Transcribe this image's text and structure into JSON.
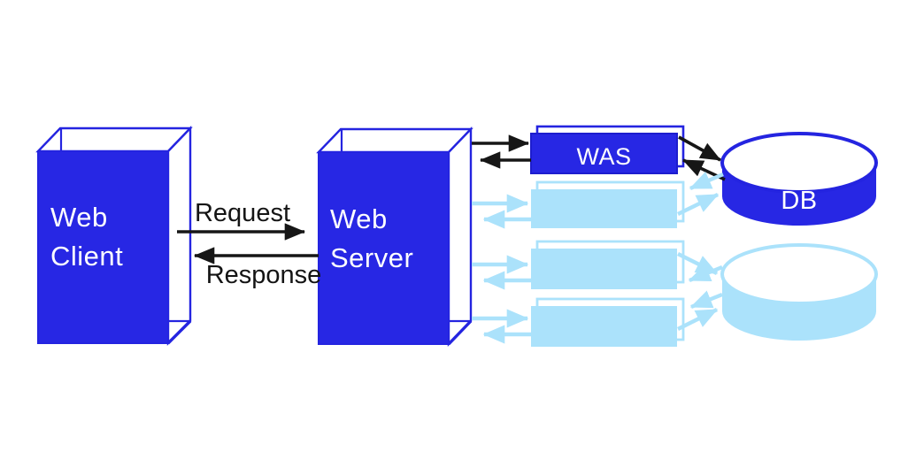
{
  "diagram": {
    "nodes": {
      "web_client": {
        "label": "Web\nClient"
      },
      "web_server": {
        "label": "Web\nServer"
      },
      "was": {
        "label": "WAS"
      },
      "was_replica_rows": {
        "count": 3
      },
      "db": {
        "label": "DB"
      },
      "db_replica_cylinders": {
        "count": 1
      }
    },
    "edges": {
      "request": {
        "label": "Request"
      },
      "response": {
        "label": "Response"
      }
    },
    "colors": {
      "primary_blue": "#2727E4",
      "outline_blue": "#2424E0",
      "light_blue": "#ABE2FB",
      "arrow_black": "#161616",
      "shape_white": "#FFFFFF"
    }
  }
}
